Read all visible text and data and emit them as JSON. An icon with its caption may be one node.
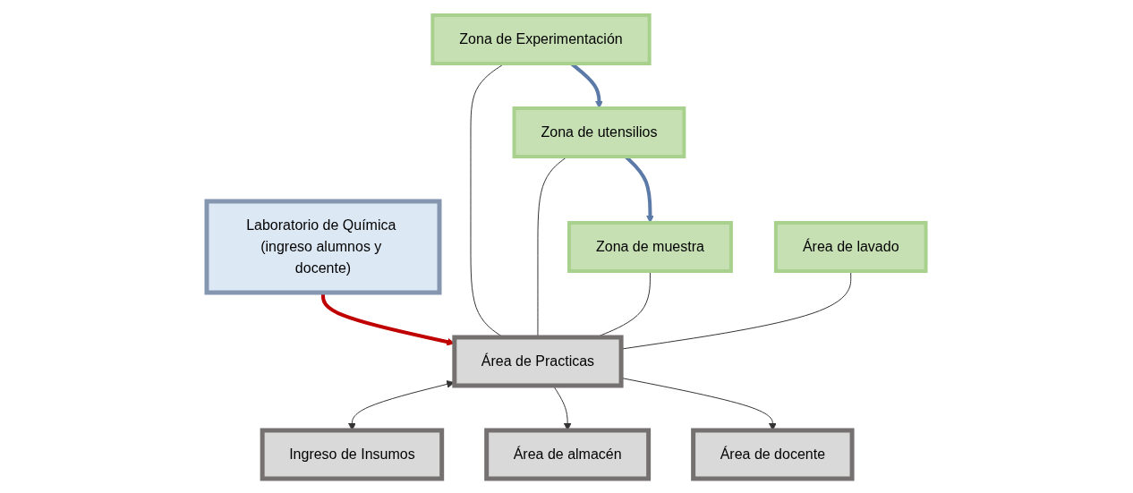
{
  "diagram": {
    "nodes": [
      {
        "text": [
          "Laboratorio de Química (ingreso alumnos y docente)"
        ]
      },
      {
        "text": [
          "Zona de Experimentación"
        ]
      },
      {
        "text": [
          "Área de Practicas"
        ]
      },
      {
        "text": [
          "Ingreso de Insumos"
        ]
      },
      {
        "text": [
          "Zona de utensilios"
        ]
      },
      {
        "text": [
          "Área de almacén"
        ]
      },
      {
        "text": [
          "Zona de muestra"
        ]
      },
      {
        "text": [
          "Área de lavado"
        ]
      },
      {
        "text": [
          "Área de docente"
        ]
      }
    ],
    "edges": [
      {
        "from": 0,
        "to": 2,
        "arrow": "to",
        "style": "thick",
        "color": "#c00000"
      },
      {
        "from": 1,
        "to": 2,
        "arrow": "none"
      },
      {
        "from": 4,
        "to": 2,
        "arrow": "none"
      },
      {
        "from": 6,
        "to": 2,
        "arrow": "none"
      },
      {
        "from": 7,
        "to": 2,
        "arrow": "none"
      },
      {
        "from": 2,
        "to": 3,
        "arrow": "both"
      },
      {
        "from": 2,
        "to": 5,
        "arrow": "to"
      },
      {
        "from": 2,
        "to": 8,
        "arrow": "to"
      },
      {
        "from": 1,
        "to": 4,
        "arrow": "to",
        "style": "thick",
        "color": "#5b7aa8"
      },
      {
        "from": 4,
        "to": 6,
        "arrow": "to",
        "style": "thick",
        "color": "#5b7aa8"
      }
    ]
  }
}
